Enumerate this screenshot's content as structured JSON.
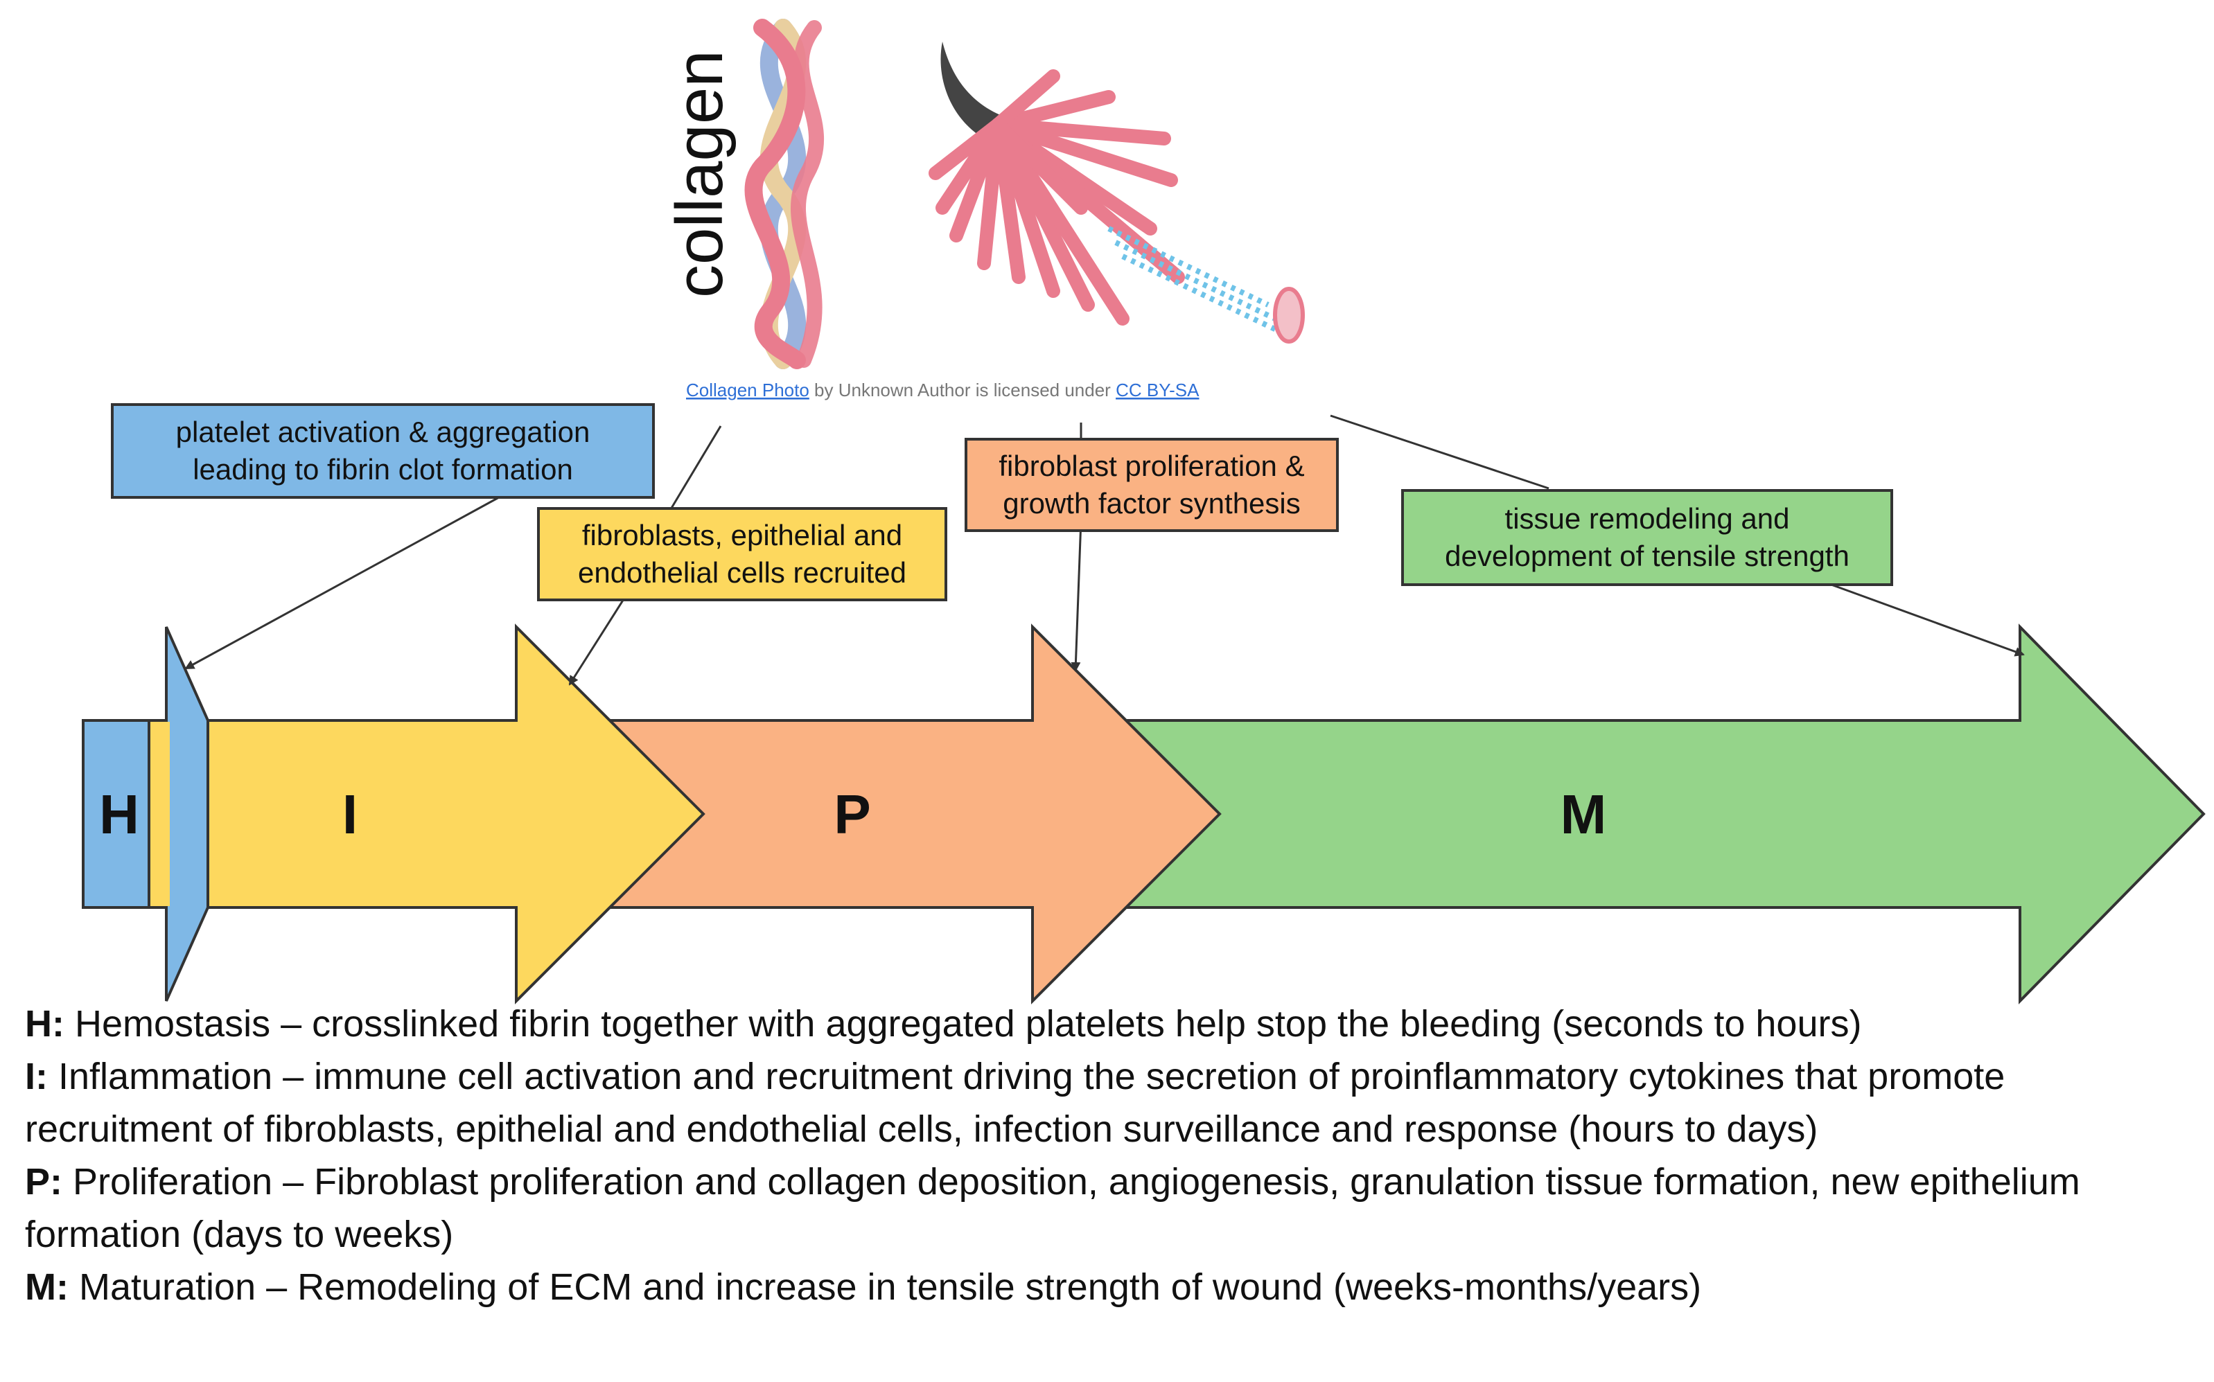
{
  "image": {
    "label": "collagen",
    "credit": {
      "link1": "Collagen Photo",
      "middle": " by Unknown Author is licensed under ",
      "link2": "CC BY-SA"
    }
  },
  "callouts": {
    "hemostasis": {
      "line1": "platelet activation & aggregation",
      "line2": "leading to fibrin clot formation"
    },
    "inflammation": {
      "line1": "fibroblasts, epithelial and",
      "line2": "endothelial cells recruited"
    },
    "proliferation": {
      "line1": "fibroblast proliferation &",
      "line2": "growth factor synthesis"
    },
    "maturation": {
      "line1": "tissue remodeling and",
      "line2": "development of tensile strength"
    }
  },
  "phases": {
    "h": "H",
    "i": "I",
    "p": "P",
    "m": "M"
  },
  "legend": {
    "h": {
      "key": "H:",
      "text": " Hemostasis – crosslinked fibrin together with aggregated platelets help stop the bleeding (seconds to hours)"
    },
    "i": {
      "key": "I:",
      "text": " Inflammation – immune cell activation and recruitment driving the secretion of proinflammatory cytokines that promote recruitment of fibroblasts, epithelial and endothelial cells, infection surveillance and response (hours to days)"
    },
    "p": {
      "key": "P:",
      "text": " Proliferation – Fibroblast proliferation and collagen deposition, angiogenesis, granulation tissue formation, new epithelium formation (days to weeks)"
    },
    "m": {
      "key": "M:",
      "text": " Maturation – Remodeling of ECM and increase in tensile strength of wound (weeks-months/years)"
    }
  },
  "colors": {
    "hemostasis": "#7fb8e6",
    "inflammation": "#fdd85e",
    "proliferation": "#fab283",
    "maturation": "#95d48a",
    "collagen_pink": "#e97c8e",
    "collagen_blue": "#9ab3dd",
    "collagen_tan": "#e9cf9f"
  }
}
